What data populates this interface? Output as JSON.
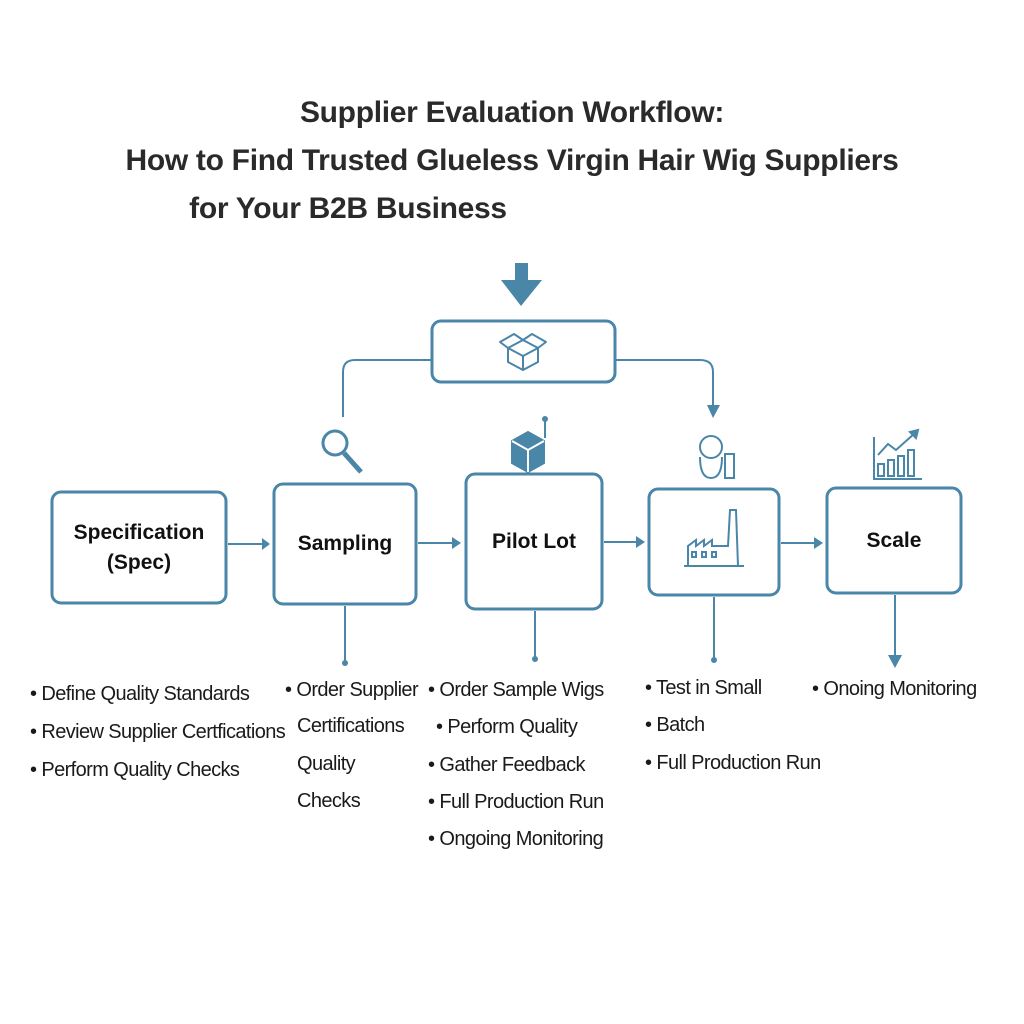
{
  "title": {
    "line1": "Supplier Evaluation Workflow:",
    "line2": "How to Find Trusted Glueless Virgin Hair Wig Suppliers",
    "line3": "for Your B2B Business"
  },
  "colors": {
    "accent": "#4a86a8",
    "text": "#1a1a1a"
  },
  "stages": [
    {
      "label": "Specification (Spec)",
      "icon": ""
    },
    {
      "label": "Sampling",
      "icon": "magnifier-icon"
    },
    {
      "label": "Pilot Lot",
      "icon": "cube-icon"
    },
    {
      "label": "",
      "icon": "factory-icon"
    },
    {
      "label": "Scale",
      "icon": "growth-chart-icon"
    }
  ],
  "top_node": {
    "icon": "open-box-icon"
  },
  "lists": {
    "spec": [
      "• Define Quality Standards",
      "• Review Supplier Certfications",
      "• Perform Quality Checks"
    ],
    "sampling": [
      "• Order Supplier",
      "Certifications",
      "Quality",
      "Checks"
    ],
    "pilot": [
      "• Order Sample Wigs",
      "• Perform Quality",
      "• Gather Feedback",
      "• Full Production Run",
      "• Ongoing Monitoring"
    ],
    "production": [
      "• Test in Small",
      "• Batch",
      "• Full Production Run"
    ],
    "scale": [
      "• Onoing Monitoring"
    ]
  }
}
